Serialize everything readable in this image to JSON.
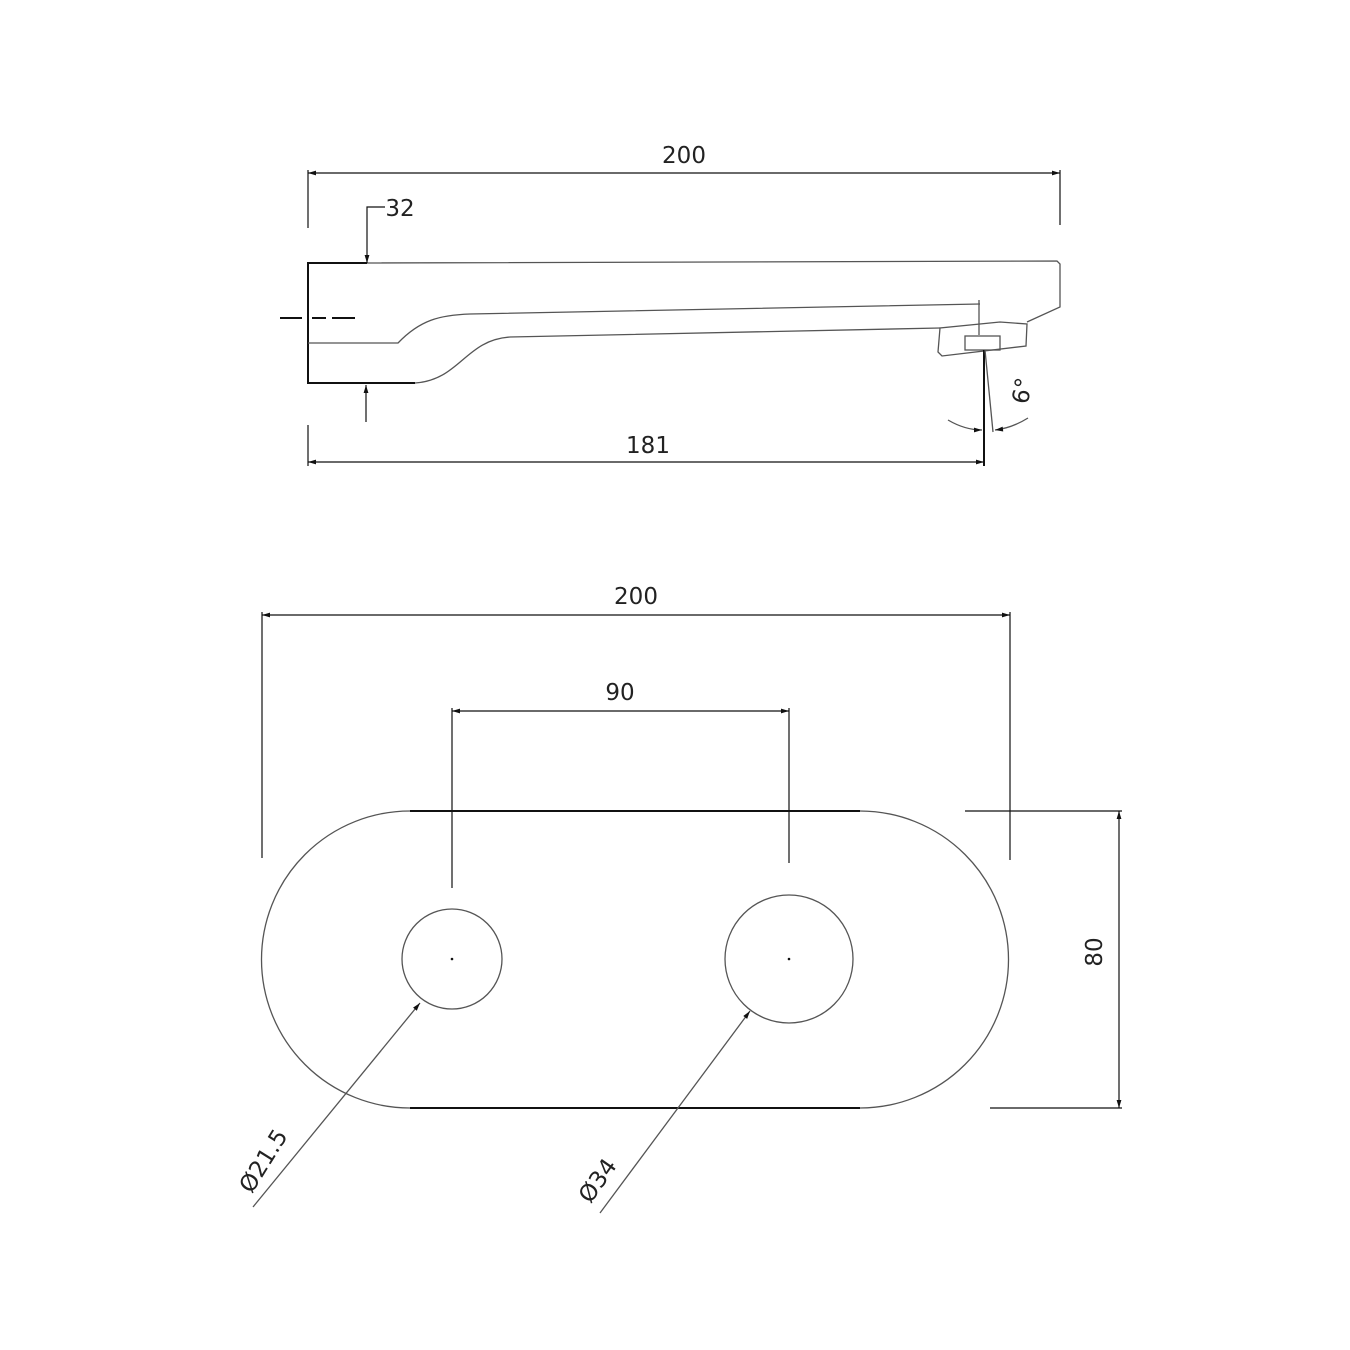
{
  "side_view": {
    "overall_length": "200",
    "height": "32",
    "outlet_distance": "181",
    "angle": "6°"
  },
  "plate_view": {
    "overall_width": "200",
    "centers": "90",
    "height": "80",
    "small_hole_diameter": "Ø21.5",
    "large_hole_diameter": "Ø34"
  }
}
